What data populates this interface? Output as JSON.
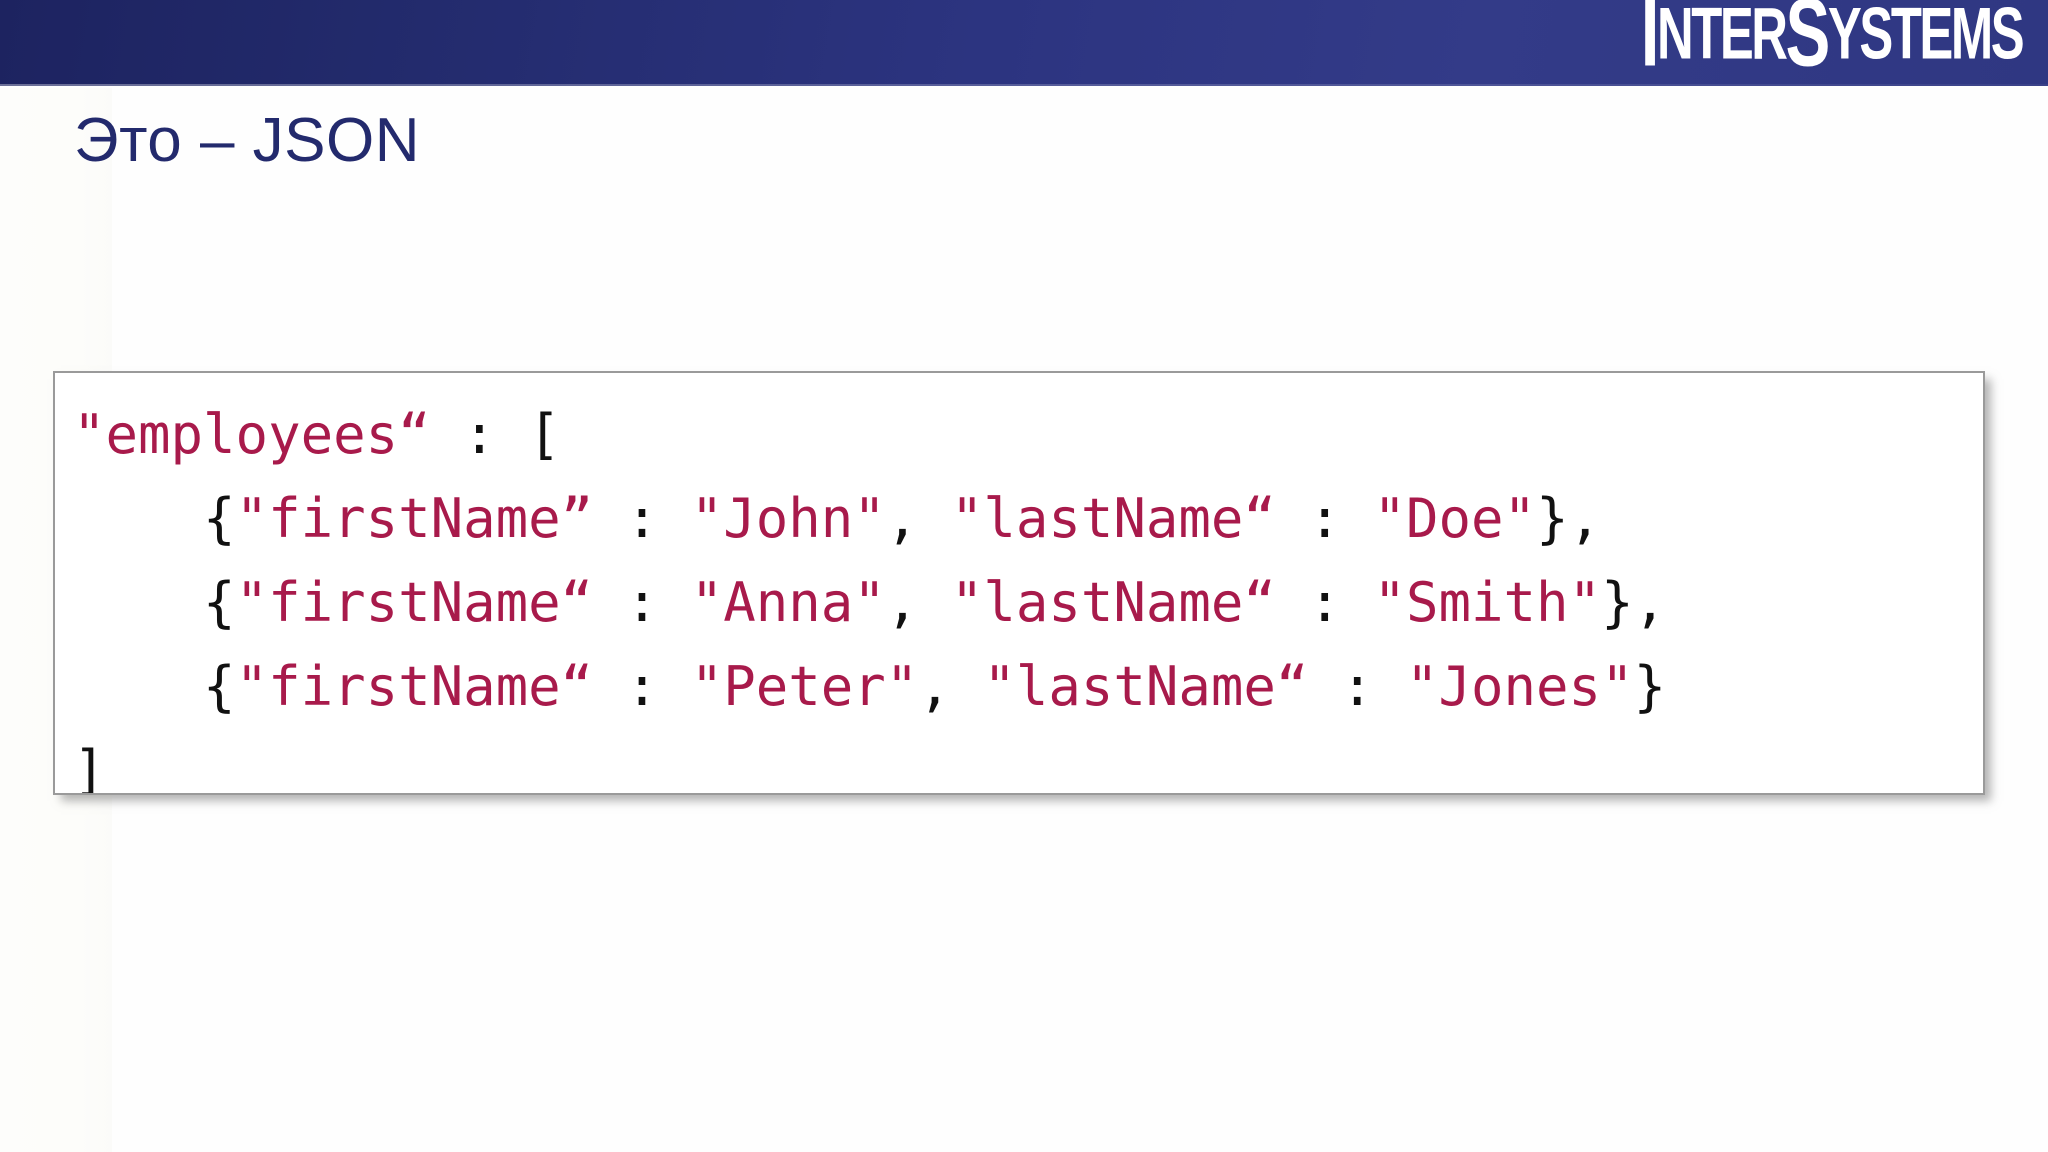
{
  "slide": {
    "title": "Это – JSON",
    "brand": {
      "logo_text": "INTERSYSTEMS",
      "logo_prefix_i": "I",
      "logo_nter": "NTER",
      "logo_s": "S",
      "logo_ystems": "YSTEMS"
    },
    "colors": {
      "header_blue_dark": "#1d2360",
      "header_blue_light": "#333b88",
      "title_blue": "#232a6d",
      "code_string": "#a81a4b",
      "code_punct": "#111111",
      "box_border": "#9a9a9a",
      "page_background": "#ffffff"
    }
  },
  "code_block": {
    "language": "json",
    "lines": [
      {
        "indent": 0,
        "tokens": [
          {
            "text": "\"employees“",
            "type": "string"
          },
          {
            "text": " : [",
            "type": "punct"
          }
        ]
      },
      {
        "indent": 1,
        "tokens": [
          {
            "text": "{",
            "type": "punct"
          },
          {
            "text": "\"firstName”",
            "type": "string"
          },
          {
            "text": " : ",
            "type": "punct"
          },
          {
            "text": "\"John\"",
            "type": "string"
          },
          {
            "text": ", ",
            "type": "punct"
          },
          {
            "text": "\"lastName“",
            "type": "string"
          },
          {
            "text": " : ",
            "type": "punct"
          },
          {
            "text": "\"Doe\"",
            "type": "string"
          },
          {
            "text": "},",
            "type": "punct"
          }
        ]
      },
      {
        "indent": 1,
        "tokens": [
          {
            "text": "{",
            "type": "punct"
          },
          {
            "text": "\"firstName“",
            "type": "string"
          },
          {
            "text": " : ",
            "type": "punct"
          },
          {
            "text": "\"Anna\"",
            "type": "string"
          },
          {
            "text": ", ",
            "type": "punct"
          },
          {
            "text": "\"lastName“",
            "type": "string"
          },
          {
            "text": " : ",
            "type": "punct"
          },
          {
            "text": "\"Smith\"",
            "type": "string"
          },
          {
            "text": "},",
            "type": "punct"
          }
        ]
      },
      {
        "indent": 1,
        "tokens": [
          {
            "text": "{",
            "type": "punct"
          },
          {
            "text": "\"firstName“",
            "type": "string"
          },
          {
            "text": " : ",
            "type": "punct"
          },
          {
            "text": "\"Peter\"",
            "type": "string"
          },
          {
            "text": ", ",
            "type": "punct"
          },
          {
            "text": "\"lastName“",
            "type": "string"
          },
          {
            "text": " : ",
            "type": "punct"
          },
          {
            "text": "\"Jones\"",
            "type": "string"
          },
          {
            "text": "}",
            "type": "punct"
          }
        ]
      },
      {
        "indent": 0,
        "tokens": [
          {
            "text": "]",
            "type": "punct"
          }
        ]
      }
    ]
  }
}
